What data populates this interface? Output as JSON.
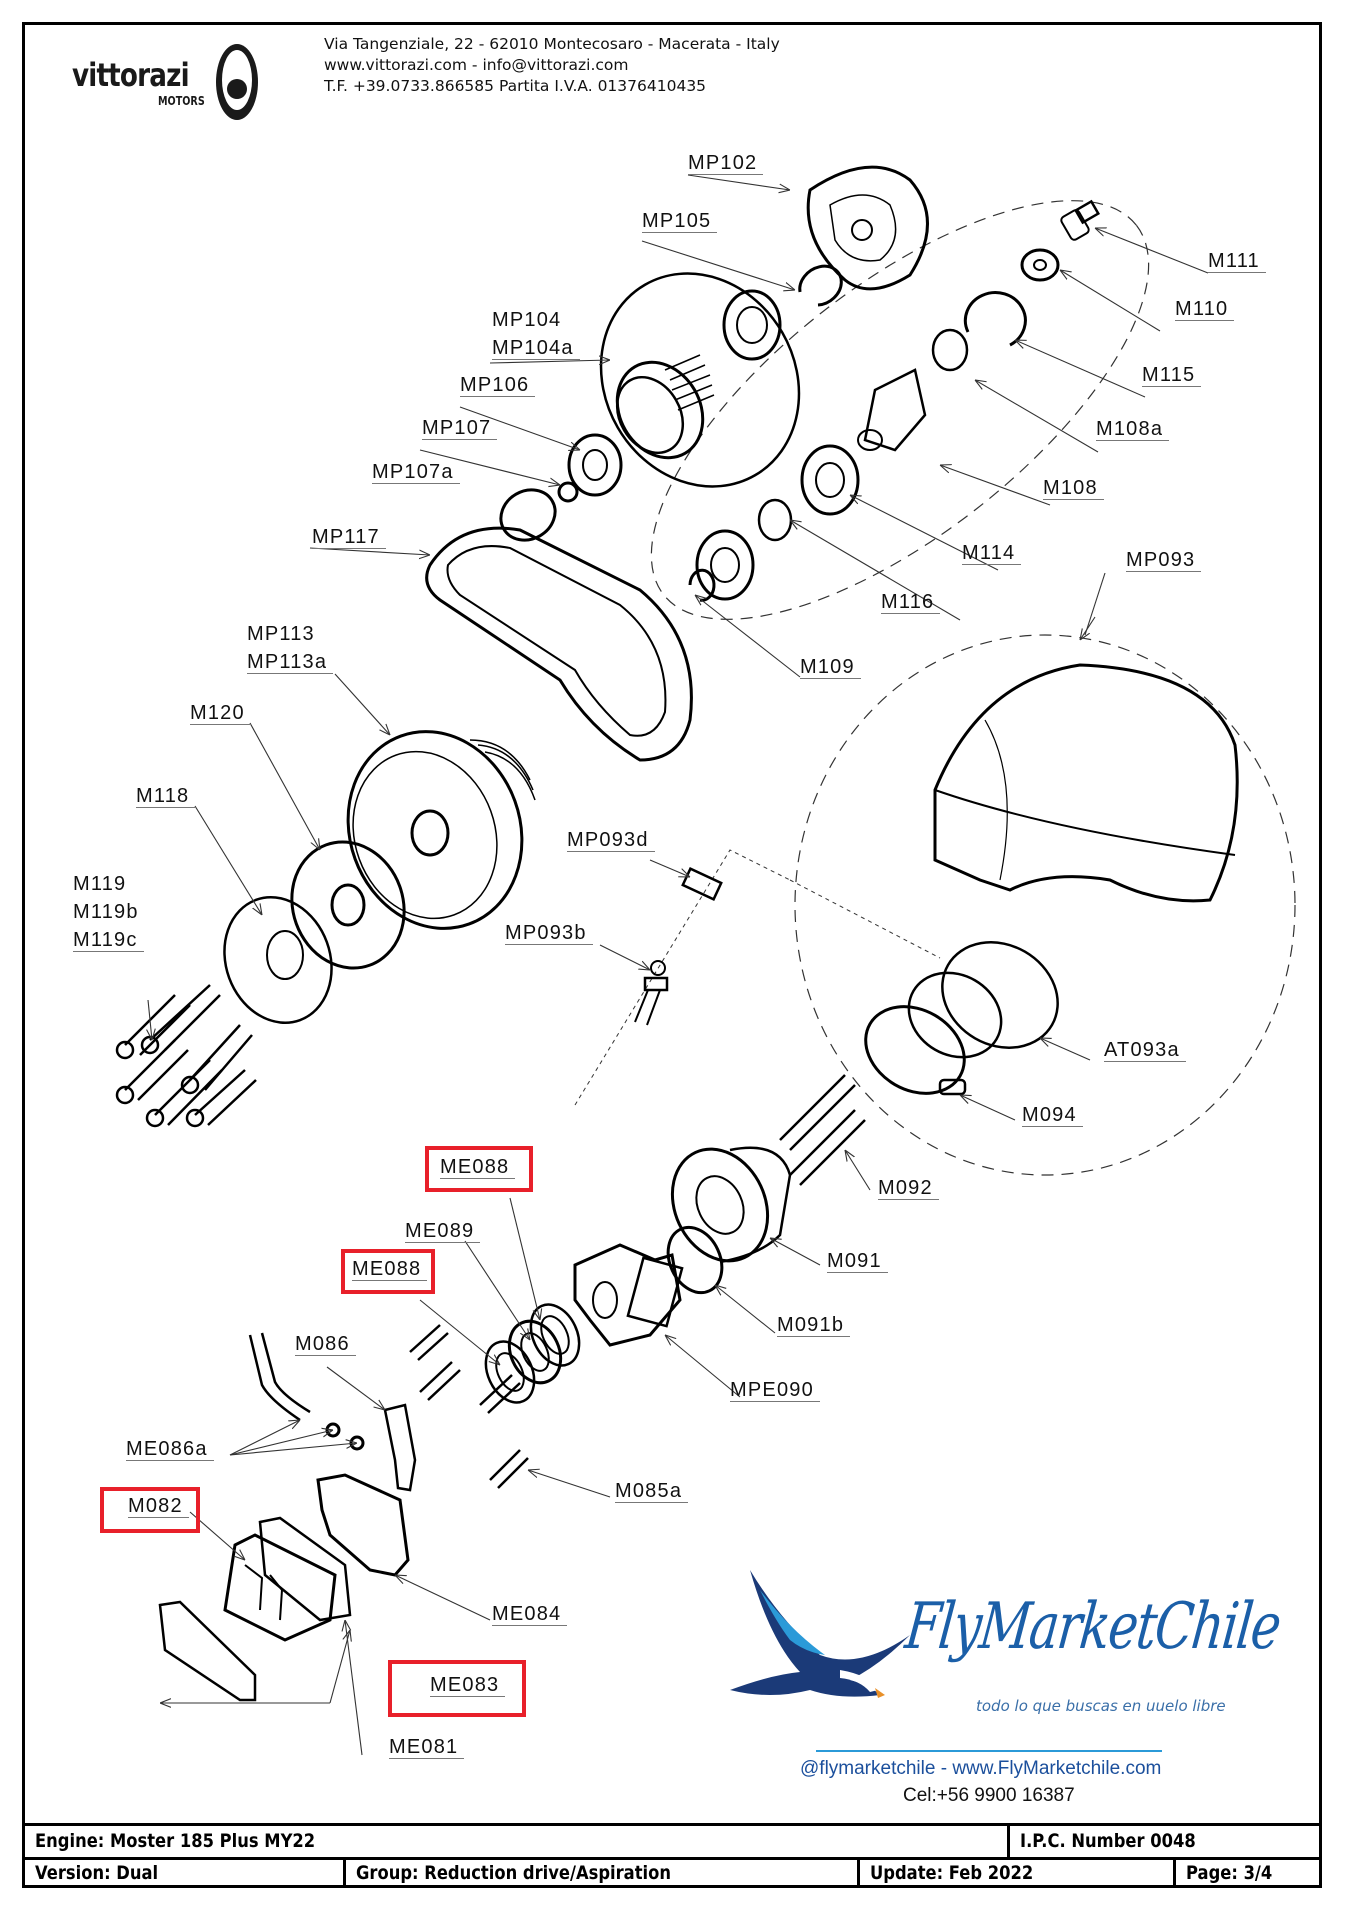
{
  "header": {
    "brand": "vittorazi",
    "brand_sub": "MOTORS",
    "address_lines": [
      "Via Tangenziale, 22 - 62010 Montecosaro - Macerata - Italy",
      "www.vittorazi.com - info@vittorazi.com",
      "T.F. +39.0733.866585 Partita I.V.A. 01376410435"
    ]
  },
  "parts": [
    {
      "id": "MP102"
    },
    {
      "id": "MP105"
    },
    {
      "id": "M111"
    },
    {
      "id": "M110"
    },
    {
      "id": "MP104"
    },
    {
      "id": "MP104a"
    },
    {
      "id": "M115"
    },
    {
      "id": "MP106"
    },
    {
      "id": "M108a"
    },
    {
      "id": "MP107"
    },
    {
      "id": "MP107a"
    },
    {
      "id": "M108"
    },
    {
      "id": "MP117"
    },
    {
      "id": "M114"
    },
    {
      "id": "M116"
    },
    {
      "id": "MP093"
    },
    {
      "id": "MP113"
    },
    {
      "id": "MP113a"
    },
    {
      "id": "M109"
    },
    {
      "id": "M120"
    },
    {
      "id": "M118"
    },
    {
      "id": "MP093d"
    },
    {
      "id": "M119"
    },
    {
      "id": "M119b"
    },
    {
      "id": "M119c"
    },
    {
      "id": "MP093b"
    },
    {
      "id": "AT093a"
    },
    {
      "id": "M094"
    },
    {
      "id": "ME088",
      "highlighted": true
    },
    {
      "id": "M092"
    },
    {
      "id": "ME089"
    },
    {
      "id": "ME088",
      "highlighted": true
    },
    {
      "id": "M091"
    },
    {
      "id": "M091b"
    },
    {
      "id": "M086"
    },
    {
      "id": "MPE090"
    },
    {
      "id": "ME086a"
    },
    {
      "id": "M085a"
    },
    {
      "id": "M082",
      "highlighted": true
    },
    {
      "id": "ME084"
    },
    {
      "id": "ME083",
      "highlighted": true
    },
    {
      "id": "ME081"
    }
  ],
  "highlight_color": "#e8202a",
  "watermark": {
    "brand": "FlyMarketChile",
    "tagline": "todo lo que buscas en uuelo libre",
    "links": "@flymarketchile  -  www.FlyMarketchile.com",
    "phone": "Cel:+56 9900 16387",
    "brand_color": "#1b5fa8",
    "accent_color": "#2b9ad8"
  },
  "footer": {
    "engine": "Engine: Moster 185 Plus MY22",
    "ipc": "I.P.C. Number 0048",
    "version": "Version: Dual",
    "group": "Group: Reduction drive/Aspiration",
    "update": "Update: Feb 2022",
    "page": "Page: 3/4"
  }
}
